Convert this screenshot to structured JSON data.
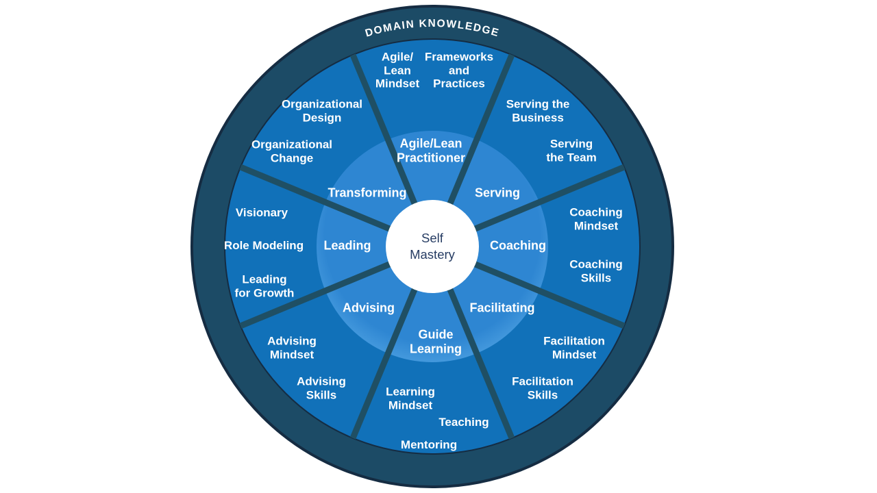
{
  "domain_ring_label": "DOMAIN KNOWLEDGE",
  "center_label": "Self\nMastery",
  "inner_ring": {
    "agile_lean_practitioner": "Agile/Lean\nPractitioner",
    "serving": "Serving",
    "coaching": "Coaching",
    "facilitating": "Facilitating",
    "guide_learning": "Guide\nLearning",
    "advising": "Advising",
    "leading": "Leading",
    "transforming": "Transforming"
  },
  "outer_ring": {
    "agile_lean_mindset": "Agile/\nLean\nMindset",
    "frameworks_and_practices": "Frameworks\nand\nPractices",
    "serving_the_business": "Serving the\nBusiness",
    "serving_the_team": "Serving\nthe Team",
    "coaching_mindset": "Coaching\nMindset",
    "coaching_skills": "Coaching\nSkills",
    "facilitation_mindset": "Facilitation\nMindset",
    "facilitation_skills": "Facilitation\nSkills",
    "learning_mindset": "Learning\nMindset",
    "teaching": "Teaching",
    "mentoring": "Mentoring",
    "advising_skills": "Advising\nSkills",
    "advising_mindset": "Advising\nMindset",
    "leading_for_growth": "Leading\nfor Growth",
    "role_modeling": "Role Modeling",
    "visionary": "Visionary",
    "organizational_change": "Organizational\nChange",
    "organizational_design": "Organizational\nDesign"
  },
  "colors": {
    "outer_ring": "#1C4B66",
    "mid_ring": "#1171B9",
    "inner_ring": "#2E86D2",
    "inner_ring_rim": "#4499DD",
    "divider": "#1F4F64",
    "wheel_outline": "#152C42",
    "center_fill": "#FFFFFF",
    "center_text": "#263C63",
    "label_text": "#FFFFFF",
    "background": "#FFFFFF"
  }
}
